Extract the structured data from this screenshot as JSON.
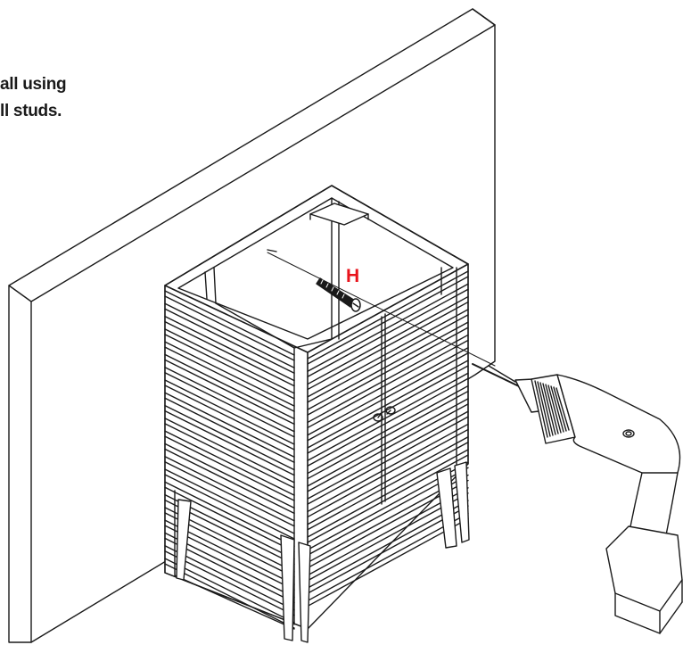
{
  "instruction": {
    "line1": "all using",
    "line2": "ll studs."
  },
  "callout": {
    "label": "H",
    "color": "#e8141c"
  },
  "colors": {
    "ink": "#1a1a1a",
    "paper": "#ffffff"
  },
  "icons": [
    "screw-icon",
    "drill-icon",
    "cabinet-icon",
    "wall-icon"
  ]
}
